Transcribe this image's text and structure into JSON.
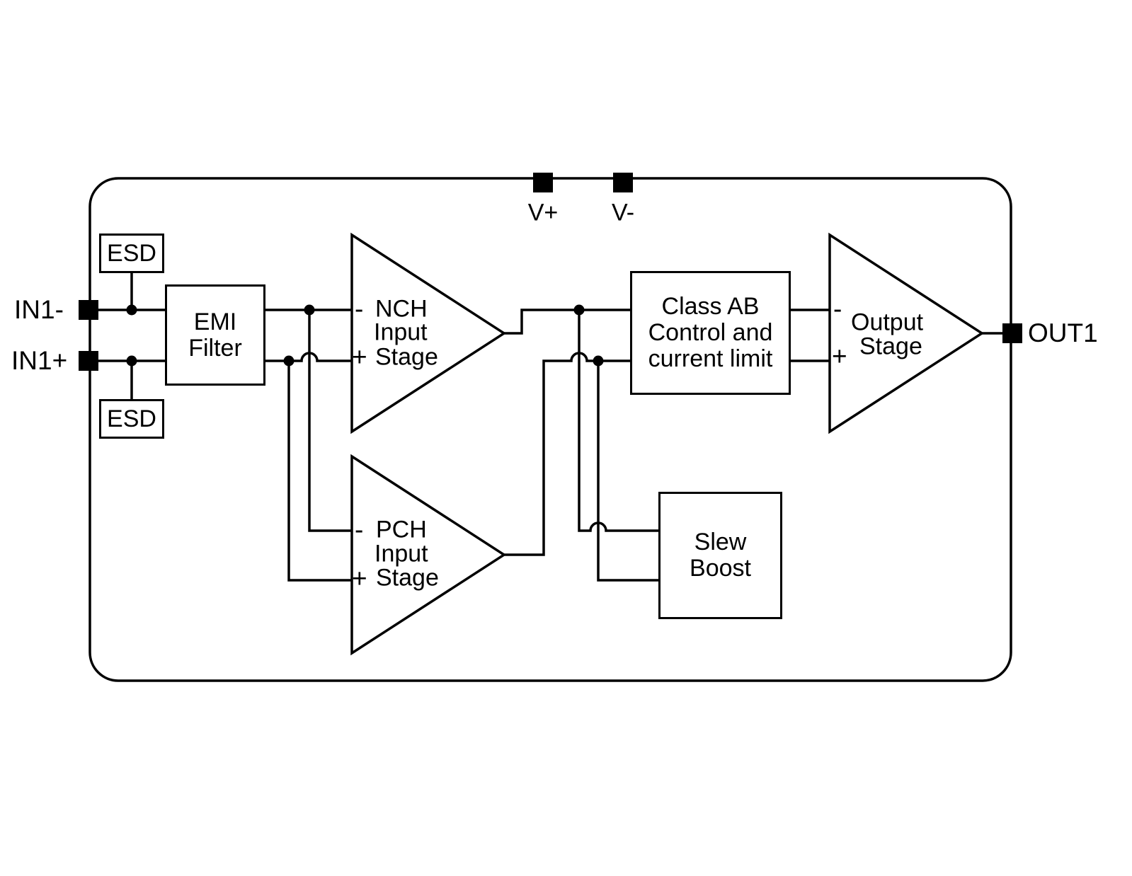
{
  "pins": {
    "v_plus": "V+",
    "v_minus": "V-",
    "in1_minus": "IN1-",
    "in1_plus": "IN1+",
    "out1": "OUT1"
  },
  "blocks": {
    "esd_top": {
      "label": "ESD"
    },
    "esd_bottom": {
      "label": "ESD"
    },
    "emi_filter": {
      "line1": "EMI",
      "line2": "Filter"
    },
    "nch_input_stage": {
      "minus": "-",
      "word1": "NCH",
      "word2": "Input",
      "plus": "+",
      "word3": "Stage"
    },
    "pch_input_stage": {
      "minus": "-",
      "word1": "PCH",
      "word2": "Input",
      "plus": "+",
      "word3": "Stage"
    },
    "class_ab": {
      "line1": "Class AB",
      "line2": "Control and",
      "line3": "current limit"
    },
    "slew_boost": {
      "line1": "Slew",
      "line2": "Boost"
    },
    "output_stage": {
      "minus": "-",
      "word1": "Output",
      "plus": "+",
      "word2": "Stage"
    }
  }
}
